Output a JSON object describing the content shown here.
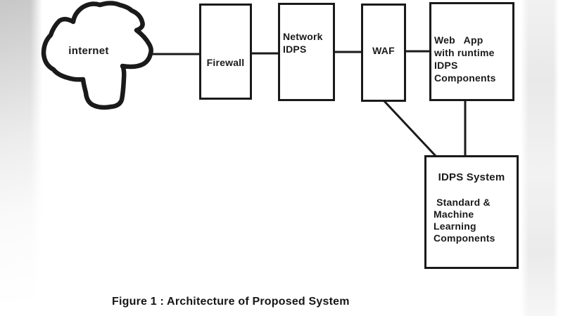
{
  "figure": {
    "caption": "Figure 1 : Architecture of Proposed System"
  },
  "nodes": {
    "internet": {
      "label": "internet"
    },
    "firewall": {
      "label": "Firewall"
    },
    "network_idps": {
      "lines": [
        "Network",
        "IDPS"
      ]
    },
    "waf": {
      "label": "WAF"
    },
    "web_app": {
      "lines": [
        "Web   App",
        "with runtime",
        "IDPS",
        "Components"
      ]
    },
    "idps_system": {
      "title": "IDPS System",
      "lines": [
        " Standard &",
        "Machine",
        "Learning",
        "Components"
      ]
    }
  },
  "edges": [
    {
      "from": "internet",
      "to": "firewall"
    },
    {
      "from": "firewall",
      "to": "network_idps"
    },
    {
      "from": "network_idps",
      "to": "waf"
    },
    {
      "from": "waf",
      "to": "web_app"
    },
    {
      "from": "web_app",
      "to": "idps_system"
    },
    {
      "from": "waf",
      "to": "idps_system"
    }
  ],
  "colors": {
    "ink": "#1a1a1a",
    "background": "#ffffff",
    "edge_shade_left": "#c7c7c7",
    "edge_shade_right": "#ececec"
  }
}
